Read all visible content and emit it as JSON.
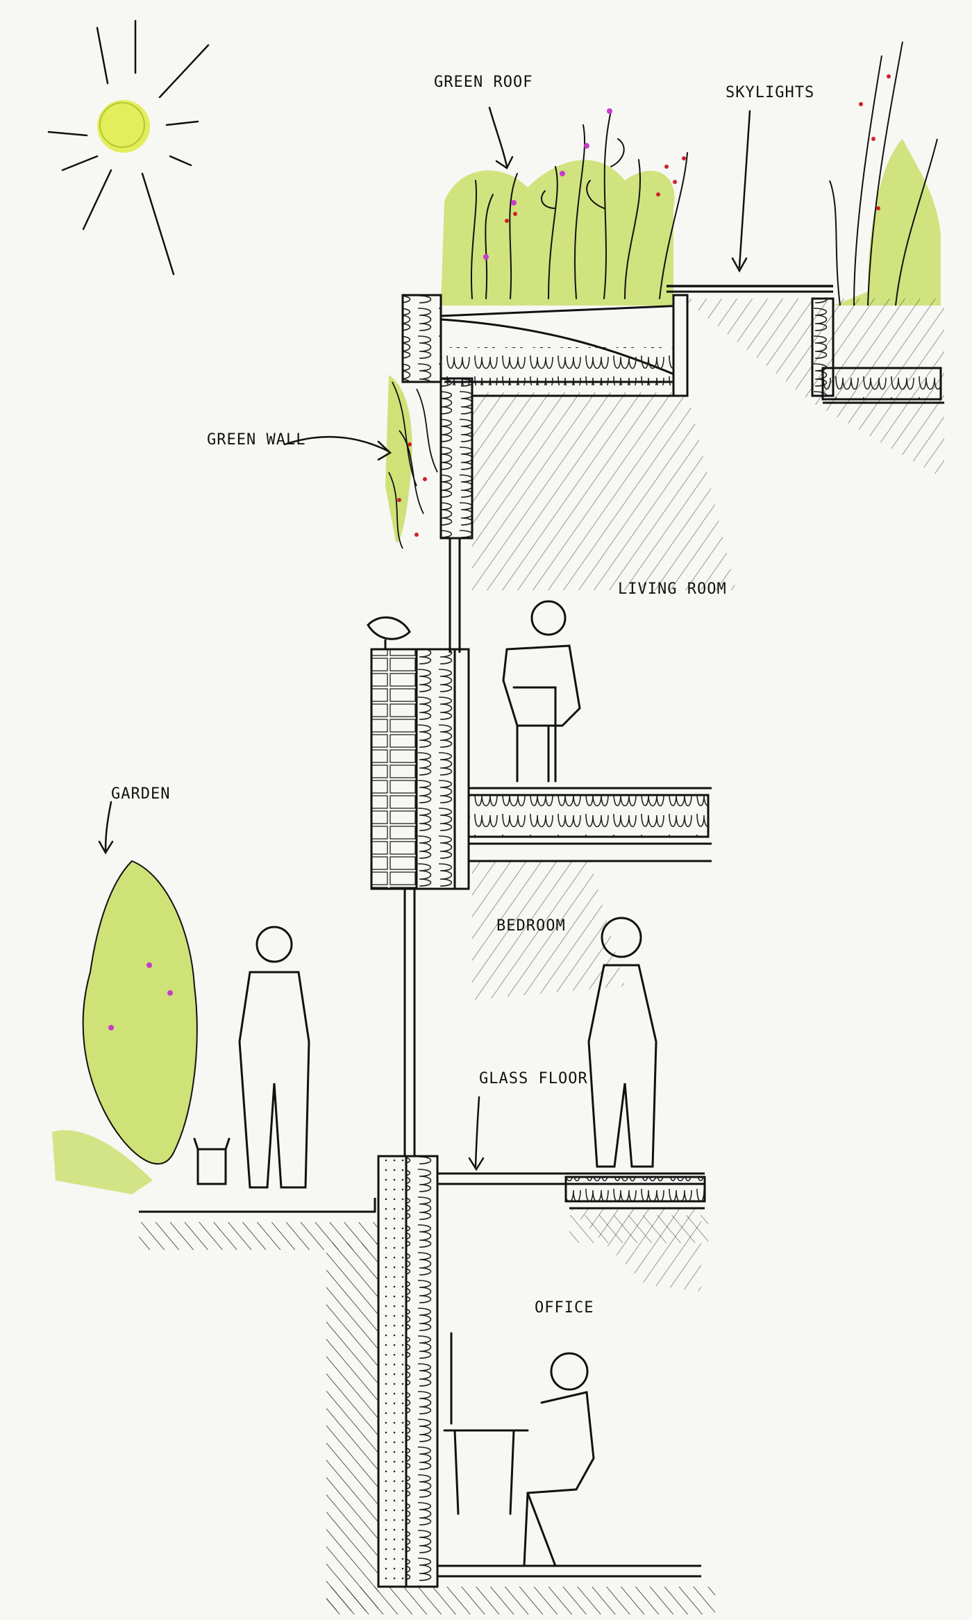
{
  "labels": {
    "green_roof": "GREEN ROOF",
    "skylights": "SKYLIGHTS",
    "green_wall": "GREEN WALL",
    "living_room": "LIVING ROOM",
    "garden": "GARDEN",
    "bedroom": "BEDROOM",
    "glass_floor": "GLASS FLOOR",
    "office": "OFFICE"
  },
  "colors": {
    "ink": "#111111",
    "paper": "#f7f7f4",
    "greenery": "#c9df6a",
    "sun": "#e2ee5a",
    "flower_red": "#d0202a",
    "flower_pink": "#c83cc8"
  }
}
